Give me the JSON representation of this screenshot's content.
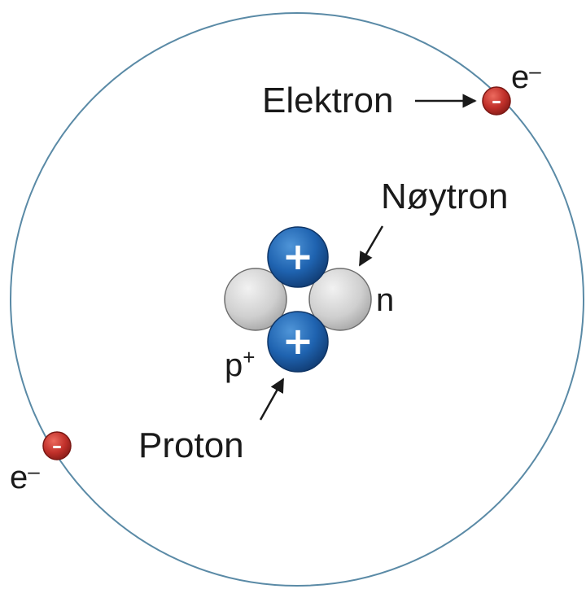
{
  "labels": {
    "electron": "Elektron",
    "neutron": "Nøytron",
    "proton": "Proton"
  },
  "symbols": {
    "electron_top": "e",
    "electron_top_sup": "–",
    "electron_left": "e",
    "electron_left_sup": "–",
    "neutron": "n",
    "proton": "p",
    "proton_sup": "+"
  },
  "signs": {
    "proton_top": "+",
    "proton_bottom": "+",
    "electron_top": "–",
    "electron_left": "–"
  },
  "colors": {
    "orbit": "#5a8aa6",
    "proton": "#1f63b0",
    "neutron": "#cfcfcf",
    "electron": "#c0302a"
  }
}
